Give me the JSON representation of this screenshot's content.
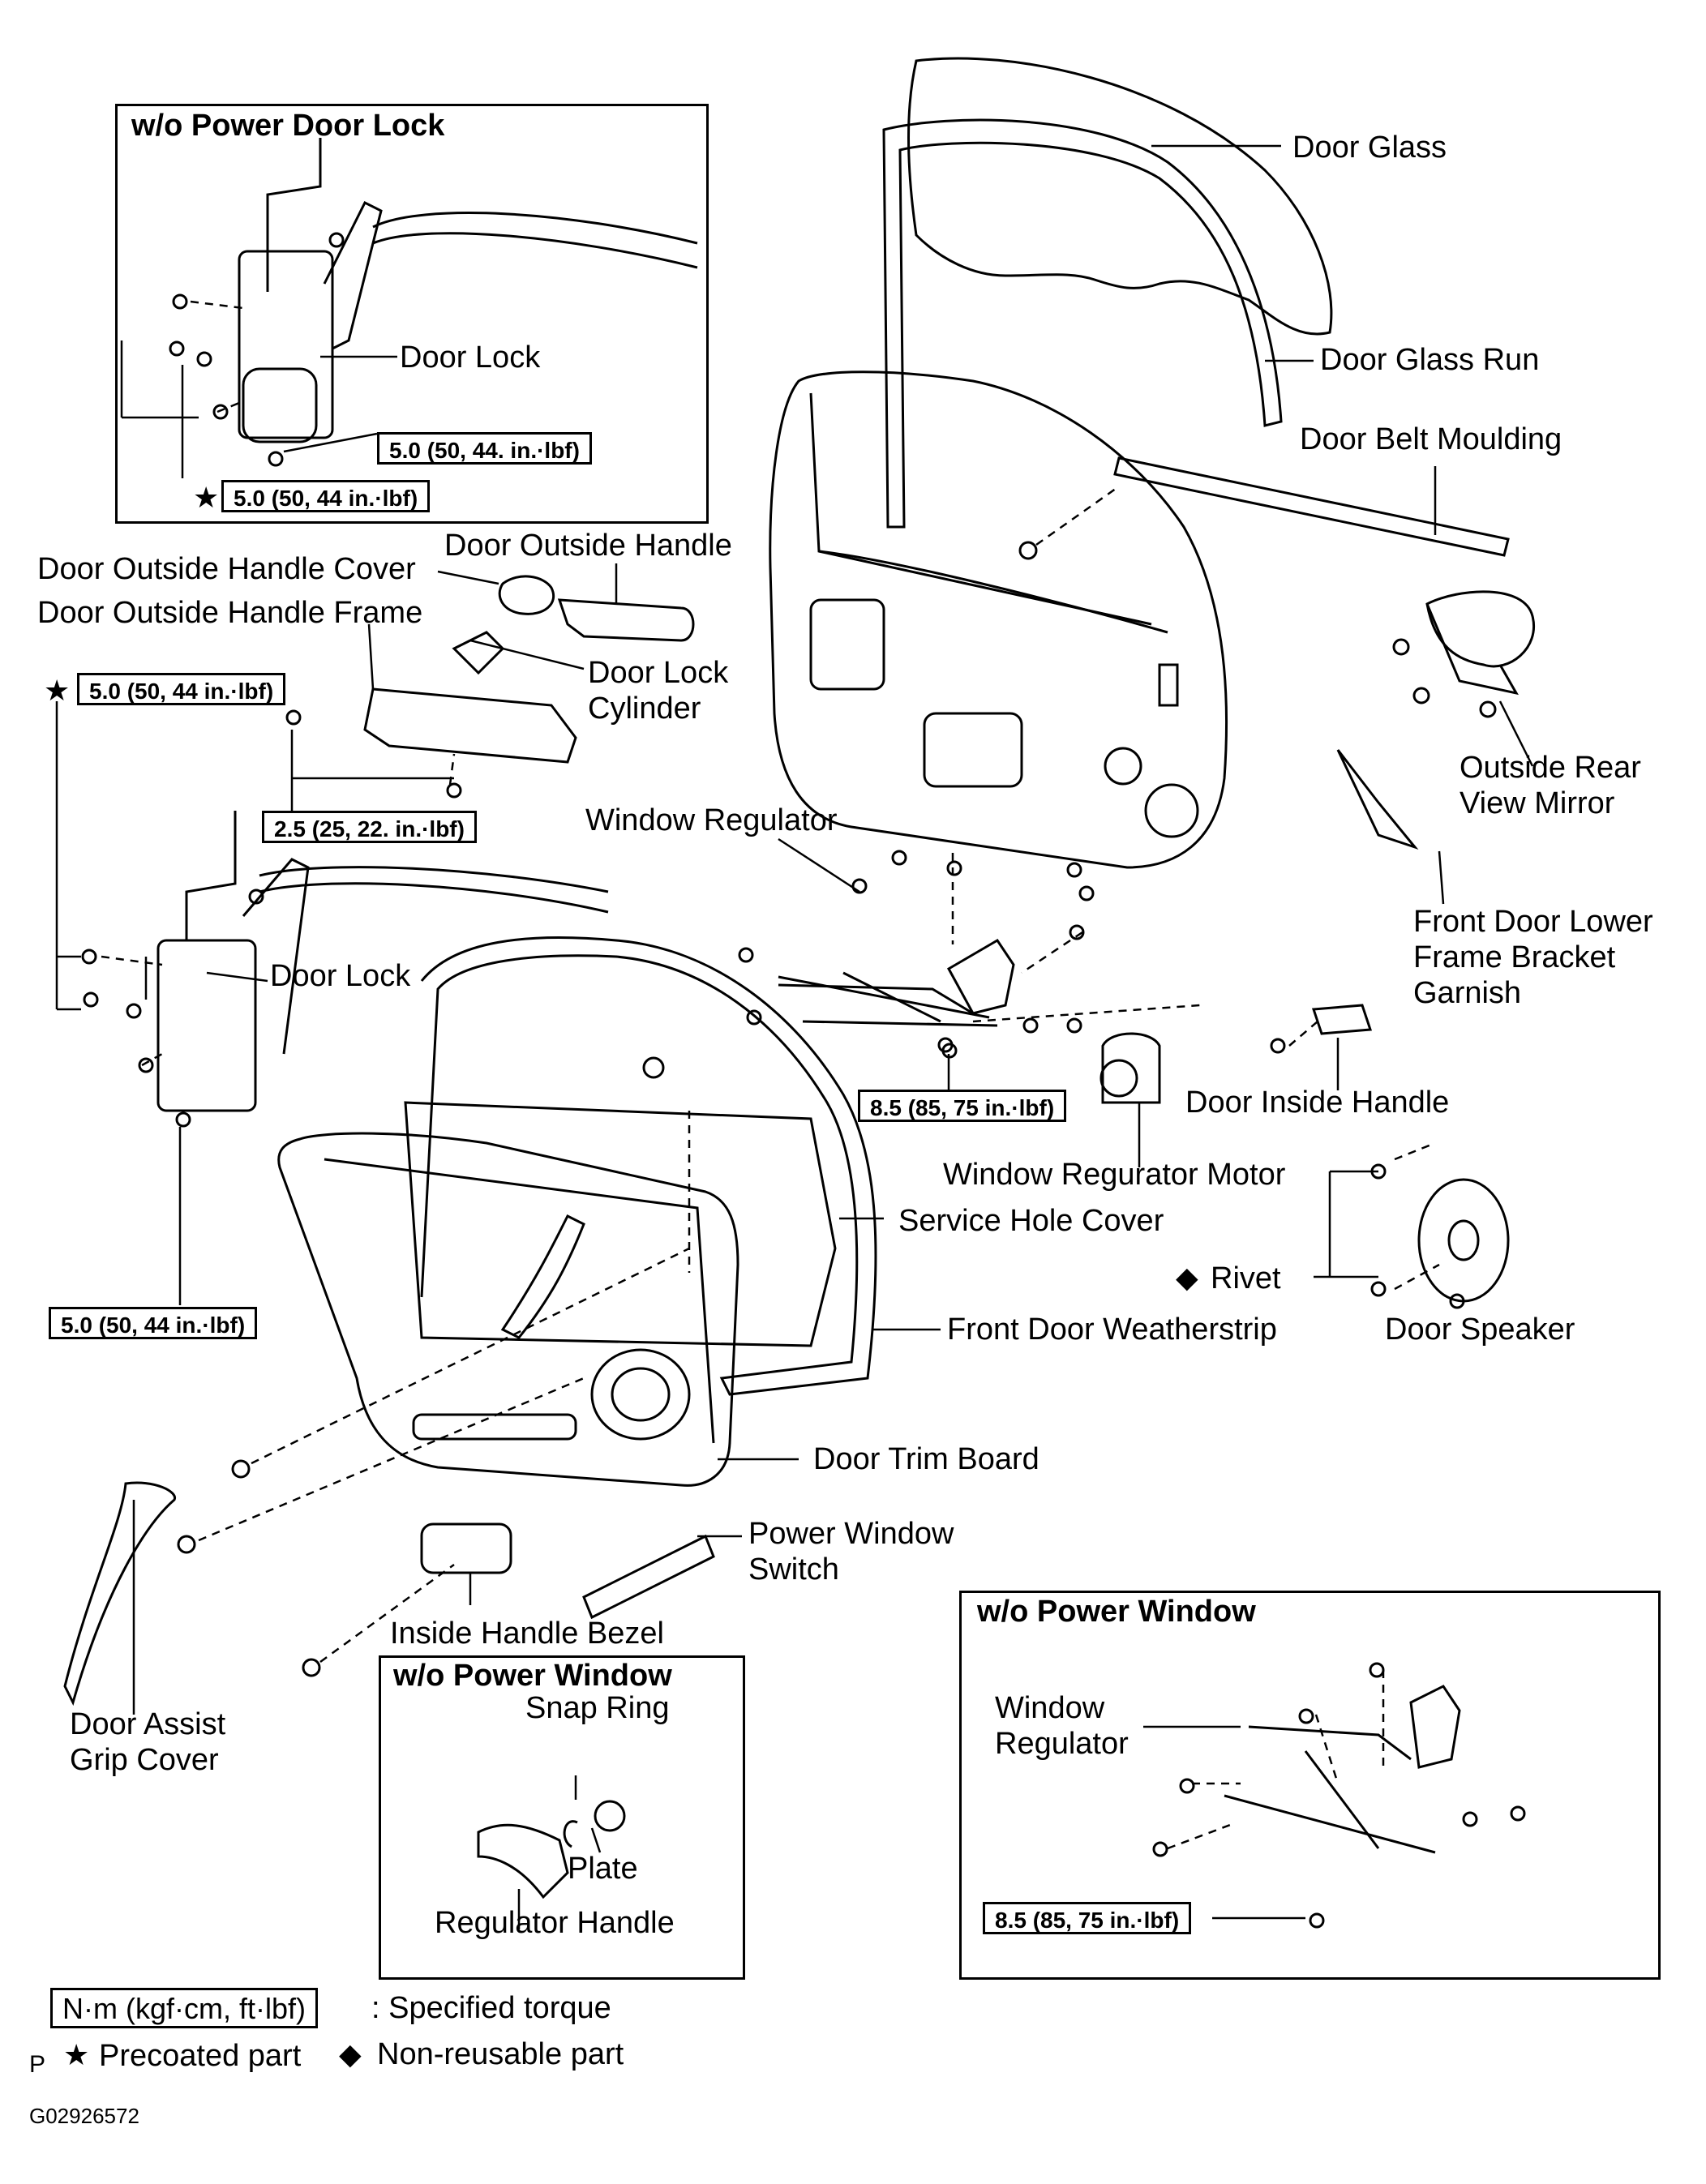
{
  "sections": {
    "power_door_lock": "w/o Power Door Lock",
    "power_window_right": "w/o Power Window",
    "power_window_center": "w/o Power Window"
  },
  "labels": {
    "door_glass": "Door Glass",
    "door_glass_run": "Door Glass Run",
    "door_belt_moulding": "Door Belt Moulding",
    "door_lock_top": "Door Lock",
    "door_outside_handle": "Door Outside Handle",
    "door_outside_handle_cover": "Door Outside Handle Cover",
    "door_outside_handle_frame": "Door Outside Handle Frame",
    "door_lock_cylinder": "Door Lock\nCylinder",
    "outside_rear_view_mirror": "Outside Rear\nView Mirror",
    "window_regulator": "Window Regulator",
    "front_door_lower_frame_bracket_garnish": "Front Door Lower\nFrame Bracket\nGarnish",
    "door_lock_mid": "Door Lock",
    "door_inside_handle": "Door Inside Handle",
    "window_regurator_motor": "Window Regurator Motor",
    "service_hole_cover": "Service Hole Cover",
    "rivet": "Rivet",
    "front_door_weatherstrip": "Front Door Weatherstrip",
    "door_speaker": "Door Speaker",
    "door_trim_board": "Door Trim Board",
    "power_window_switch": "Power Window\nSwitch",
    "inside_handle_bezel": "Inside Handle Bezel",
    "door_assist_grip_cover": "Door Assist\nGrip Cover",
    "snap_ring": "Snap Ring",
    "plate": "Plate",
    "regulator_handle": "Regulator Handle",
    "window_regulator_inset": "Window\nRegulator"
  },
  "torques": {
    "t1": "5.0 (50, 44. in.·lbf)",
    "t2": "5.0 (50, 44 in.·lbf)",
    "t3": "5.0 (50, 44 in.·lbf)",
    "t4": "2.5 (25, 22. in.·lbf)",
    "t5": "8.5 (85, 75 in.·lbf)",
    "t6": "5.0 (50, 44 in.·lbf)",
    "t7": "8.5 (85, 75 in.·lbf)"
  },
  "legend": {
    "torque_unit": "N·m (kgf·cm, ft·lbf)",
    "torque_desc": ": Specified torque",
    "precoated": "Precoated part",
    "nonreusable": "Non-reusable part",
    "star_symbol": "★",
    "diamond_symbol": "◆"
  },
  "footer": {
    "p_mark": "P",
    "code": "G02926572"
  }
}
